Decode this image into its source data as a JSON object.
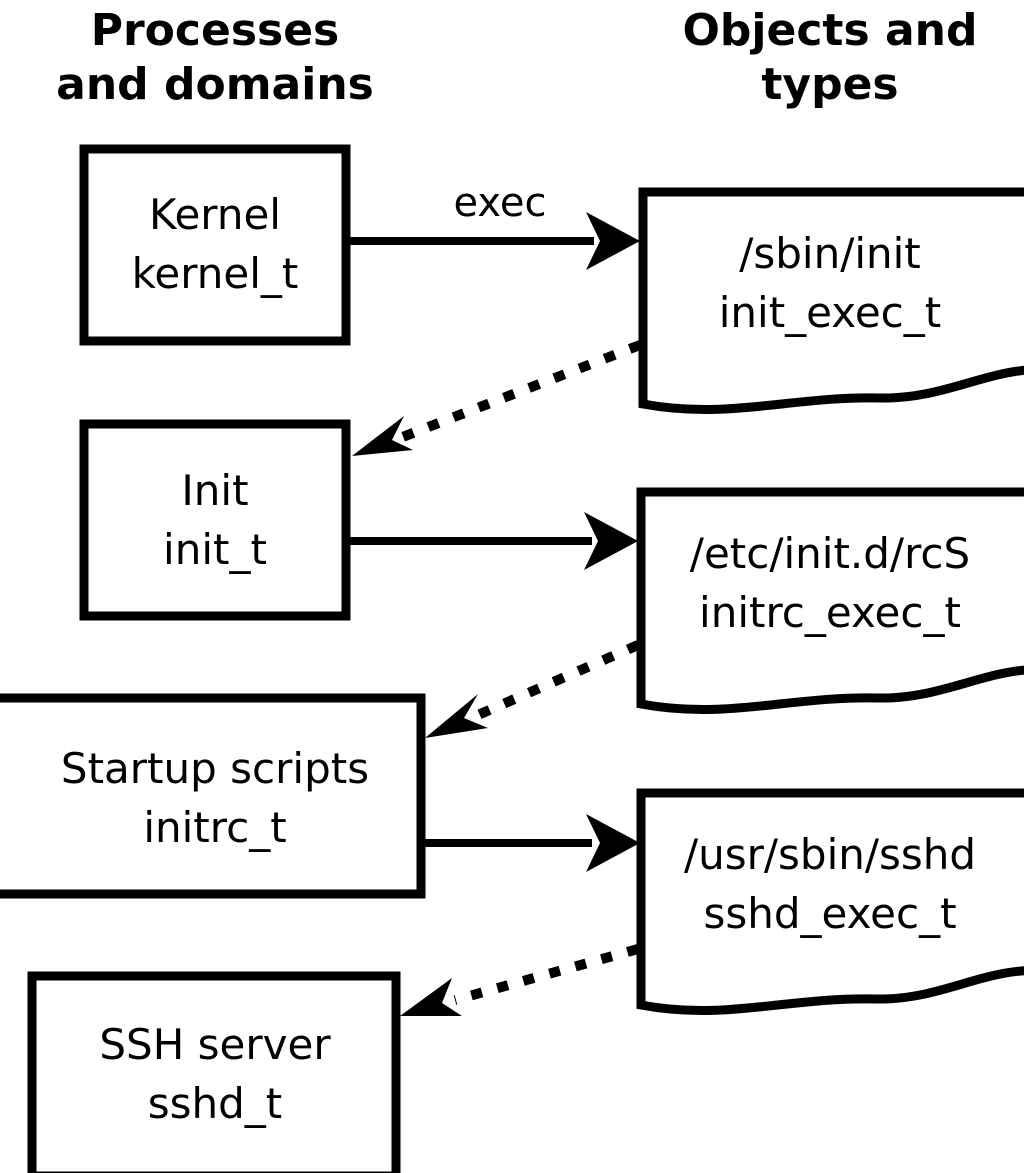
{
  "diagram": {
    "title_columns": [
      {
        "id": "processes",
        "line1": "Processes",
        "line2": "and domains"
      },
      {
        "id": "objects",
        "line1": "Objects and",
        "line2": "types"
      }
    ],
    "process_nodes": [
      {
        "id": "kernel",
        "line1": "Kernel",
        "line2": "kernel_t"
      },
      {
        "id": "init",
        "line1": "Init",
        "line2": "init_t"
      },
      {
        "id": "startup-scripts",
        "line1": "Startup scripts",
        "line2": "initrc_t"
      },
      {
        "id": "ssh-server",
        "line1": "SSH server",
        "line2": "sshd_t"
      }
    ],
    "object_nodes": [
      {
        "id": "sbin-init",
        "line1": "/sbin/init",
        "line2": "init_exec_t"
      },
      {
        "id": "etc-initd-rcs",
        "line1": "/etc/init.d/rcS",
        "line2": "initrc_exec_t"
      },
      {
        "id": "usr-sbin-sshd",
        "line1": "/usr/sbin/sshd",
        "line2": "sshd_exec_t"
      }
    ],
    "edges": [
      {
        "id": "kernel-exec-init",
        "label": "exec",
        "style": "solid",
        "from": "kernel",
        "to": "sbin-init"
      },
      {
        "id": "initexec-transition-init",
        "label": "",
        "style": "dotted",
        "from": "sbin-init",
        "to": "init"
      },
      {
        "id": "init-exec-rcs",
        "label": "",
        "style": "solid",
        "from": "init",
        "to": "etc-initd-rcs"
      },
      {
        "id": "initrcexec-transition-initrc",
        "label": "",
        "style": "dotted",
        "from": "etc-initd-rcs",
        "to": "startup-scripts"
      },
      {
        "id": "initrc-exec-sshd",
        "label": "",
        "style": "solid",
        "from": "startup-scripts",
        "to": "usr-sbin-sshd"
      },
      {
        "id": "sshdexec-transition-sshd",
        "label": "",
        "style": "dotted",
        "from": "usr-sbin-sshd",
        "to": "ssh-server"
      }
    ],
    "colors": {
      "stroke": "#000000",
      "fill": "#ffffff",
      "text": "#000000"
    }
  }
}
